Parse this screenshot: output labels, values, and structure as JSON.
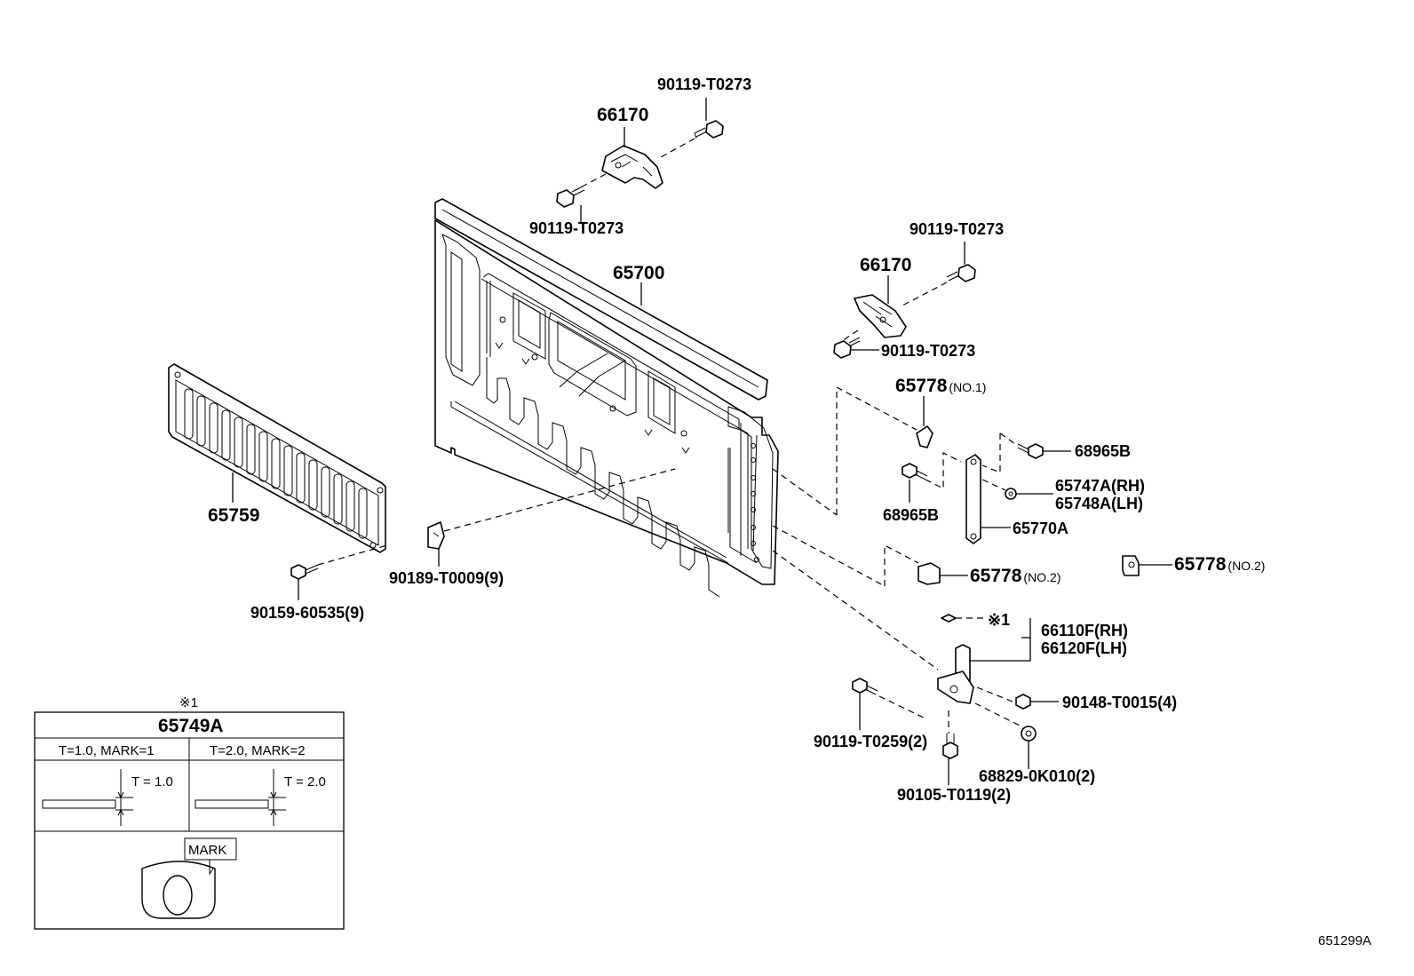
{
  "diagram_id": "651299A",
  "callouts": {
    "bolt_top_upper": "90119-T0273",
    "hinge_left": "66170",
    "bolt_top_lower": "90119-T0273",
    "tailgate_panel": "65700",
    "bolt_right_upper": "90119-T0273",
    "hinge_right": "66170",
    "bolt_right_lower": "90119-T0273",
    "inner_cover": "65759",
    "cover_screw": "90159-60535(9)",
    "clip": "90189-T0009(9)",
    "stopper_no1": "65778",
    "stopper_no1_suffix": "(NO.1)",
    "bolt_68965b_right": "68965B",
    "bolt_68965b_left": "68965B",
    "bushing_rh": "65747A(RH)",
    "bushing_lh": "65748A(LH)",
    "link": "65770A",
    "stopper_no2_center": "65778",
    "stopper_no2_center_suffix": "(NO.2)",
    "stopper_no2_right": "65778",
    "stopper_no2_right_suffix": "(NO.2)",
    "ref_mark": "※1",
    "hinge_rh": "66110F(RH)",
    "hinge_lh": "66120F(LH)",
    "bolt_t0259": "90119-T0259(2)",
    "screw_t0015": "90148-T0015(4)",
    "nut_0k010": "68829-0K010(2)",
    "bolt_t0119": "90105-T0119(2)"
  },
  "detail_box": {
    "ref_mark": "※1",
    "part_no": "65749A",
    "col1_header": "T=1.0, MARK=1",
    "col2_header": "T=2.0, MARK=2",
    "col1_dim": "T = 1.0",
    "col2_dim": "T = 2.0",
    "mark_label": "MARK"
  }
}
